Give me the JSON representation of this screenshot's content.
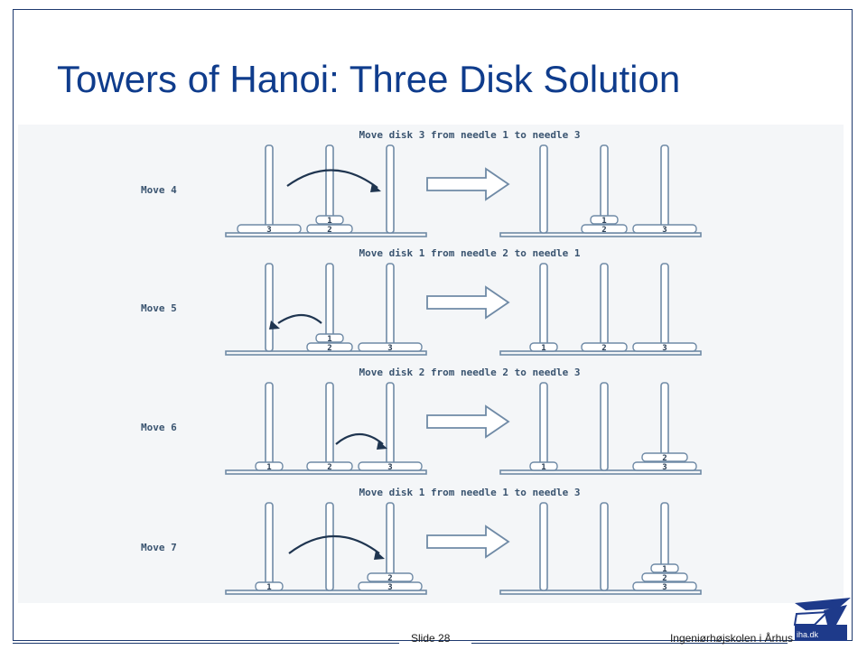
{
  "slide": {
    "title": "Towers of Hanoi: Three Disk Solution",
    "slide_number": "Slide 28",
    "school": "Ingeniørhøjskolen i Århus",
    "logo_text": "iha.dk"
  },
  "moves": [
    {
      "label": "Move 4",
      "caption": "Move disk 3 from needle 1 to needle 3",
      "before": [
        [
          "3"
        ],
        [
          "2",
          "1"
        ],
        []
      ],
      "after": [
        [],
        [
          "2",
          "1"
        ],
        [
          "3"
        ]
      ]
    },
    {
      "label": "Move 5",
      "caption": "Move disk 1 from needle 2 to needle 1",
      "before": [
        [],
        [
          "2",
          "1"
        ],
        [
          "3"
        ]
      ],
      "after": [
        [
          "1"
        ],
        [
          "2"
        ],
        [
          "3"
        ]
      ]
    },
    {
      "label": "Move 6",
      "caption": "Move disk 2 from needle 2 to needle 3",
      "before": [
        [
          "1"
        ],
        [
          "2"
        ],
        [
          "3"
        ]
      ],
      "after": [
        [
          "1"
        ],
        [],
        [
          "3",
          "2"
        ]
      ]
    },
    {
      "label": "Move 7",
      "caption": "Move disk 1 from needle 1 to needle 3",
      "before": [
        [
          "1"
        ],
        [],
        [
          "3",
          "2"
        ]
      ],
      "after": [
        [],
        [],
        [
          "3",
          "2",
          "1"
        ]
      ]
    }
  ],
  "colors": {
    "title": "#0f3c8c",
    "line": "#6f8aa6",
    "arrow": "#1f3550",
    "frame": "#1e3a6e"
  }
}
